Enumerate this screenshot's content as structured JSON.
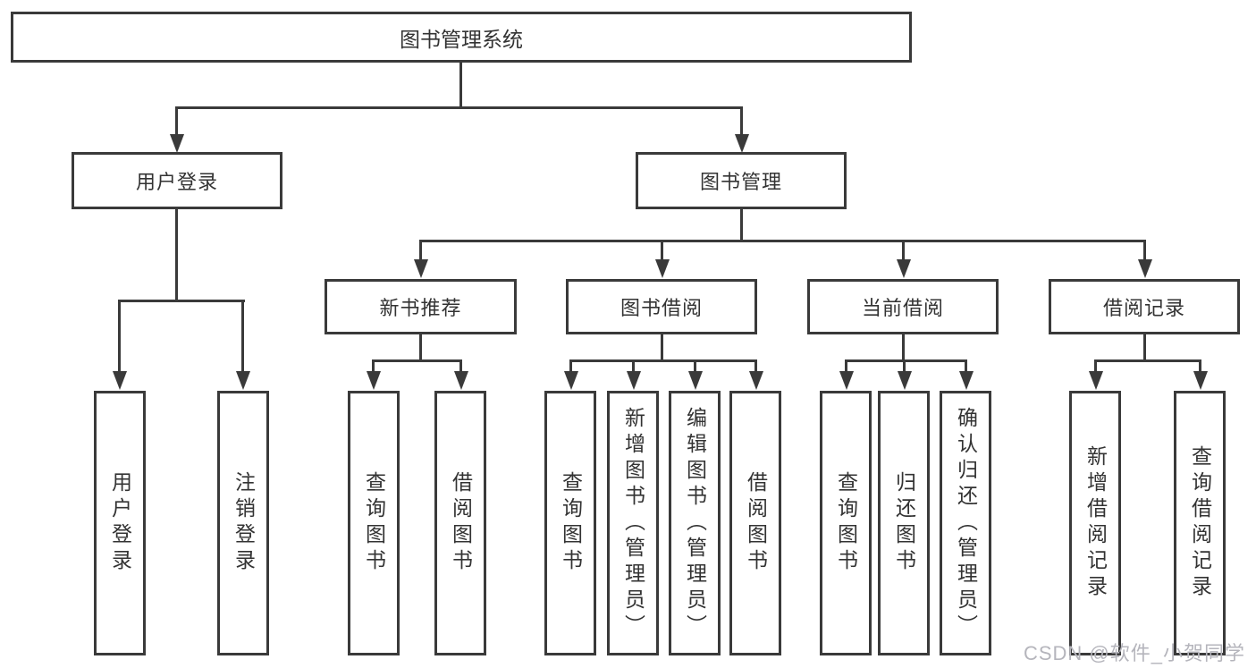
{
  "title": "图书管理系统",
  "watermark": "CSDN @软件_小贺同学",
  "colors": {
    "line": "#3a3a3a",
    "text": "#333333",
    "background": "#ffffff",
    "watermark": "#b5b5bc"
  },
  "tree": {
    "root": {
      "label": "图书管理系统"
    },
    "user_login": {
      "label": "用户登录",
      "children": [
        {
          "label": "用户登录"
        },
        {
          "label": "注销登录"
        }
      ]
    },
    "book_mgmt": {
      "label": "图书管理",
      "sections": [
        {
          "label": "新书推荐",
          "children": [
            {
              "label": "查询图书"
            },
            {
              "label": "借阅图书"
            }
          ]
        },
        {
          "label": "图书借阅",
          "children": [
            {
              "label": "查询图书"
            },
            {
              "label": "新增图书（管理员）"
            },
            {
              "label": "编辑图书（管理员）"
            },
            {
              "label": "借阅图书"
            }
          ]
        },
        {
          "label": "当前借阅",
          "children": [
            {
              "label": "查询图书"
            },
            {
              "label": "归还图书"
            },
            {
              "label": "确认归还（管理员）"
            }
          ]
        },
        {
          "label": "借阅记录",
          "children": [
            {
              "label": "新增借阅记录"
            },
            {
              "label": "查询借阅记录"
            }
          ]
        }
      ]
    }
  }
}
